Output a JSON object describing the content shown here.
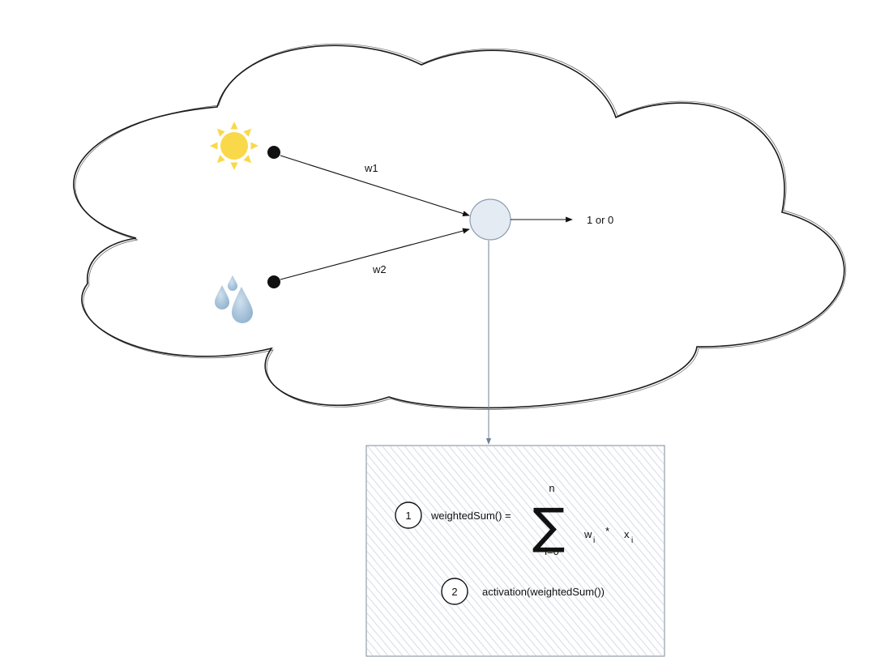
{
  "inputs": [
    {
      "weight_label": "w1",
      "icon": "sun-icon"
    },
    {
      "weight_label": "w2",
      "icon": "raindrops-icon"
    }
  ],
  "output_label": "1 or 0",
  "formula": {
    "step1_number": "1",
    "step1_text": "weightedSum() =",
    "sum_upper": "n",
    "sum_lower": "i=0",
    "term_w": "w",
    "term_w_sub": "i",
    "operator": "*",
    "term_x": "x",
    "term_x_sub": "i",
    "step2_number": "2",
    "step2_text": "activation(weightedSum())"
  },
  "colors": {
    "sun": "#f9d94a",
    "rain": "#9fbfd8",
    "neuron_fill": "#e4ebf3",
    "neuron_stroke": "#8b9bb0",
    "box_hatch": "#c7d3e4",
    "connector": "#6f8296"
  }
}
